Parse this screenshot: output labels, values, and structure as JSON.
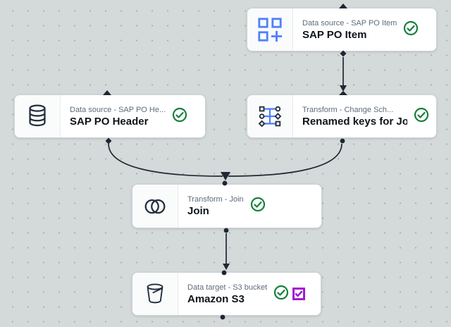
{
  "app": {
    "description": "Visual ETL job graph canvas"
  },
  "colors": {
    "canvas_background": "#d4d9d9",
    "canvas_dot": "#a9b2b2",
    "node_background": "#ffffff",
    "accent_blue": "#527fff",
    "icon_navy": "#232f3e",
    "success_green": "#15803d",
    "selected_purple": "#a31bce",
    "edge_dark": "#1f2933"
  },
  "nodes": [
    {
      "id": "sap-po-item",
      "subtitle": "Data source - SAP PO Item",
      "title": "SAP PO Item",
      "icon": "connector-grid-icon",
      "status": "success"
    },
    {
      "id": "sap-po-header",
      "subtitle": "Data source - SAP PO He...",
      "title": "SAP PO Header",
      "icon": "database-icon",
      "status": "success"
    },
    {
      "id": "renamed-keys",
      "subtitle": "Transform - Change Sch...",
      "title": "Renamed keys for Join",
      "icon": "change-schema-icon",
      "status": "success"
    },
    {
      "id": "join",
      "subtitle": "Transform - Join",
      "title": "Join",
      "icon": "join-venn-icon",
      "status": "success"
    },
    {
      "id": "amazon-s3",
      "subtitle": "Data target - S3 bucket",
      "title": "Amazon S3",
      "icon": "s3-bucket-icon",
      "status": "success",
      "checkbox_checked": true
    }
  ],
  "edges": [
    {
      "from": "sap-po-item",
      "to": "renamed-keys"
    },
    {
      "from": "sap-po-header",
      "to": "join"
    },
    {
      "from": "renamed-keys",
      "to": "join"
    },
    {
      "from": "join",
      "to": "amazon-s3"
    }
  ]
}
